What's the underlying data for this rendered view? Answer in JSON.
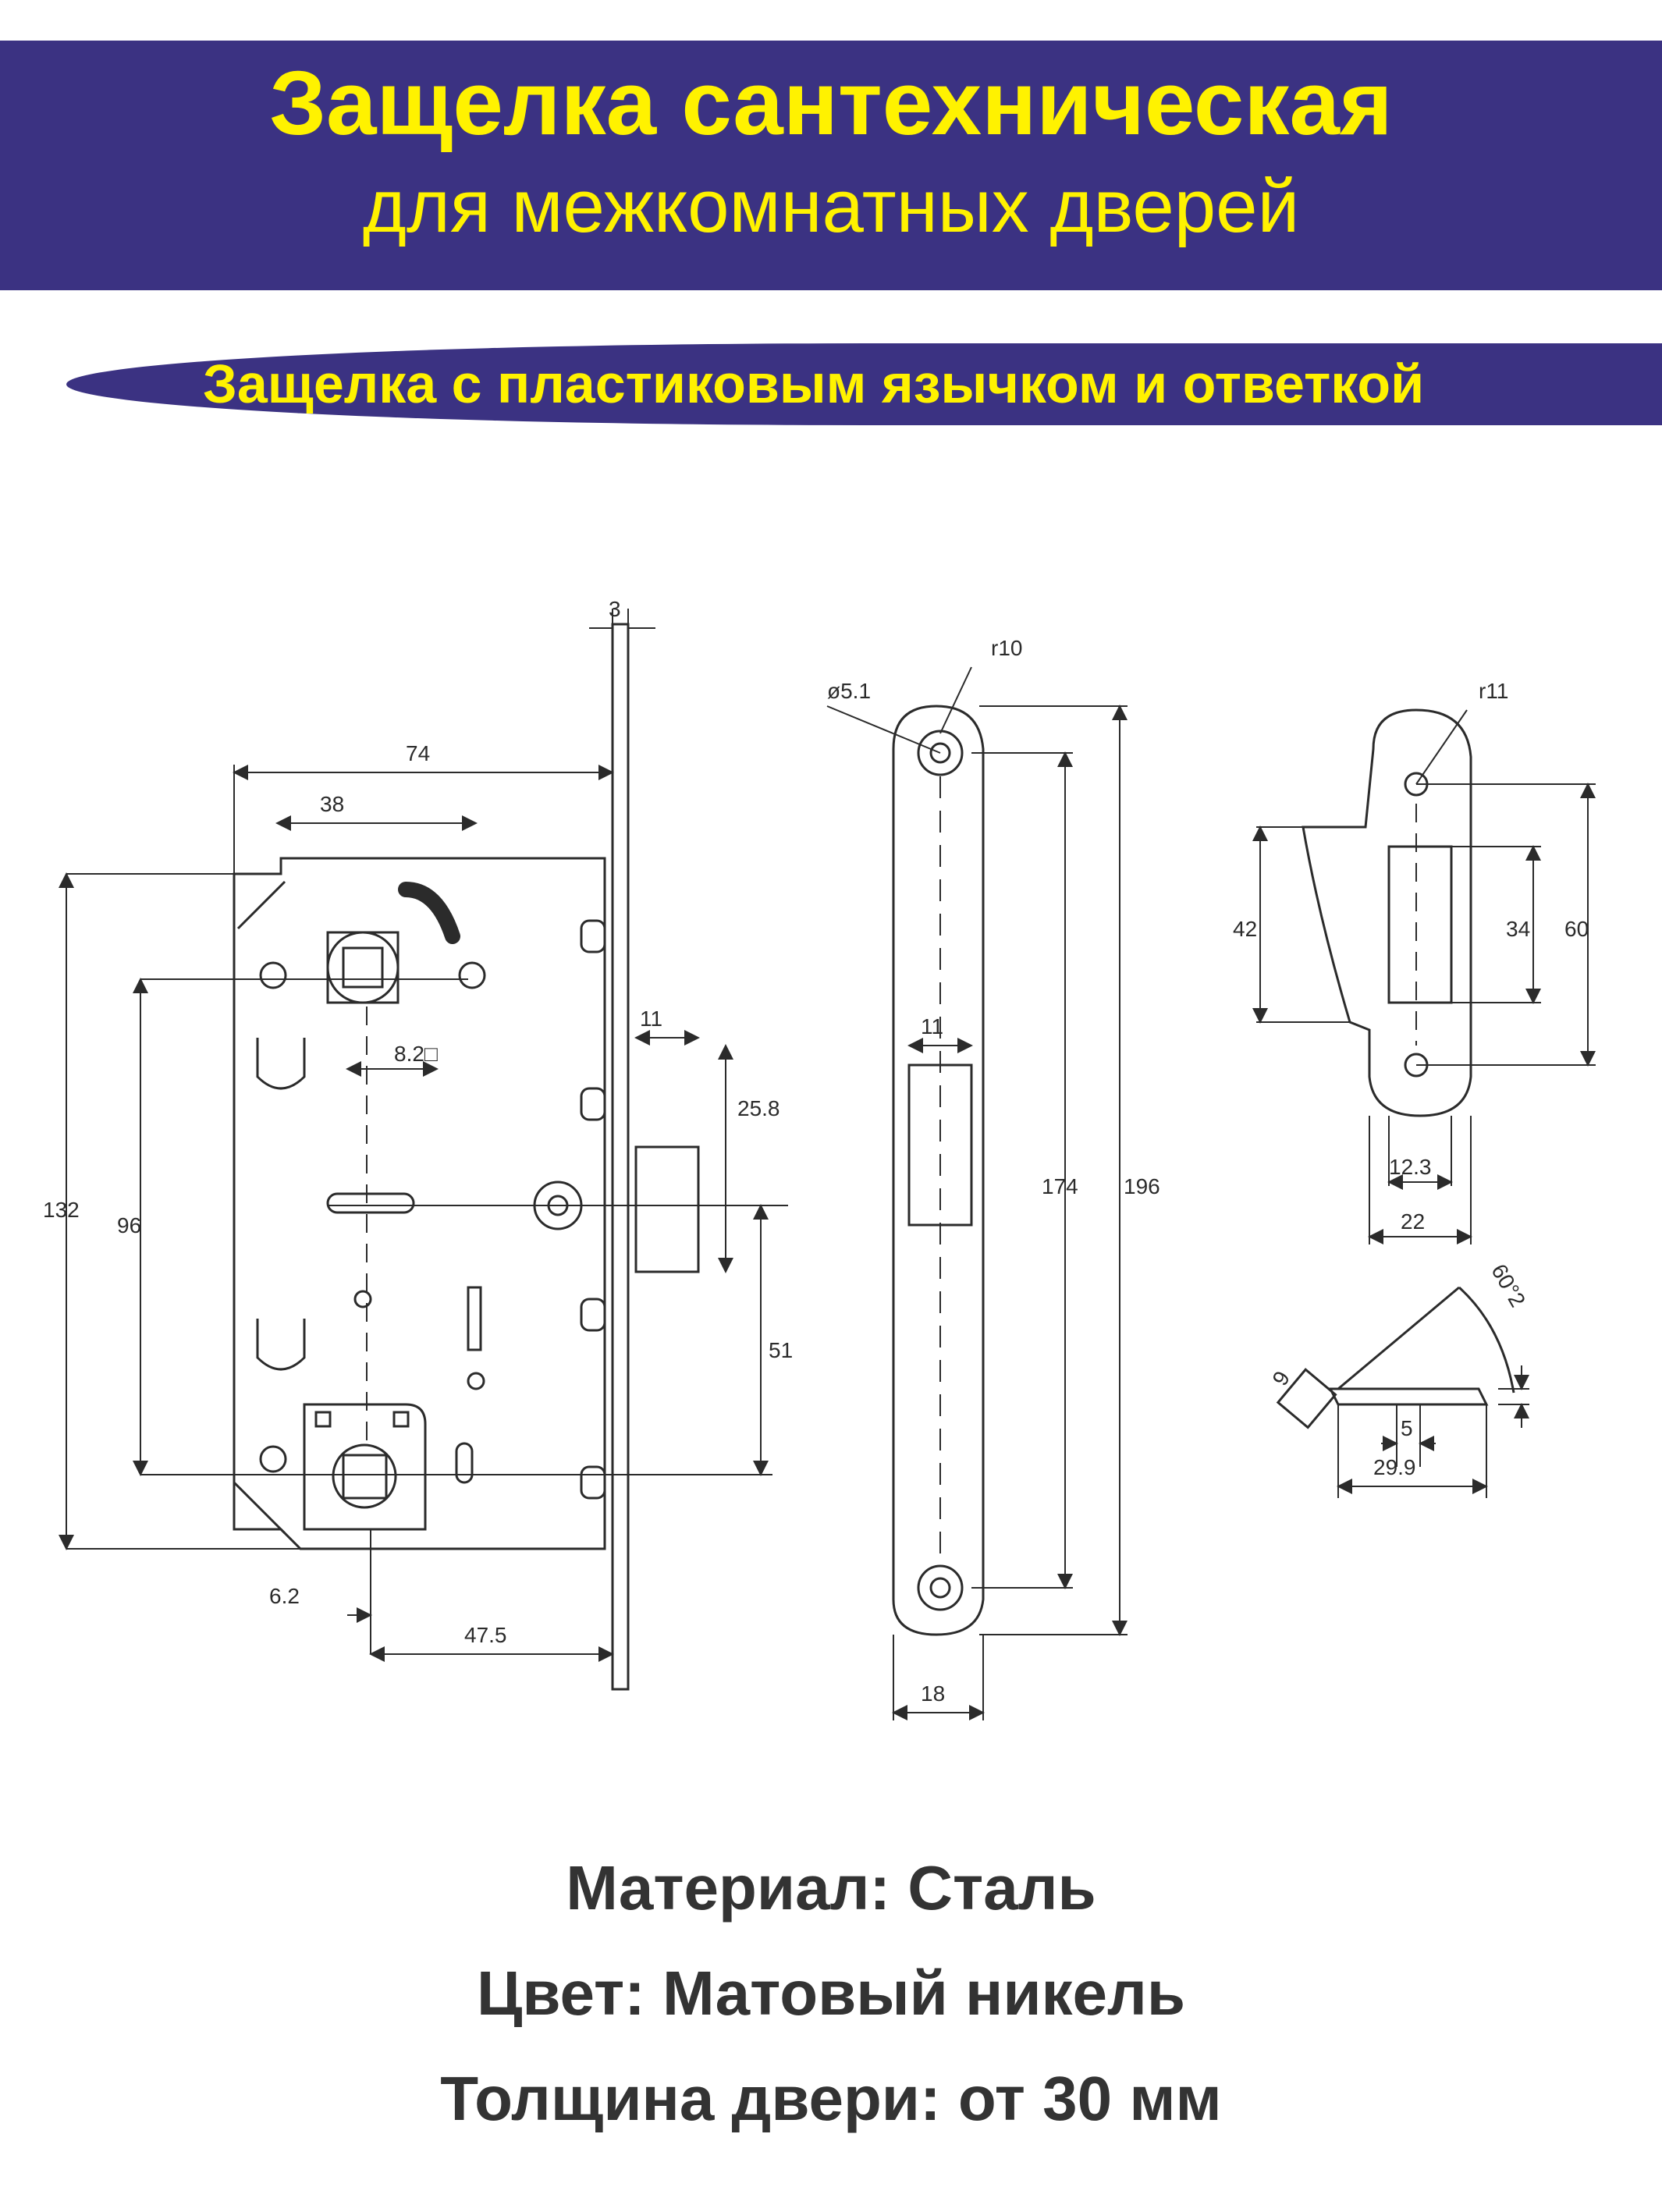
{
  "header": {
    "title": "Защелка сантехническая",
    "subtitle": "для межкомнатных дверей"
  },
  "banner": {
    "text": "Защелка с пластиковым язычком и ответкой"
  },
  "diagram": {
    "lock_body": {
      "dims": [
        "3",
        "74",
        "38",
        "8.2□",
        "11",
        "25.8",
        "132",
        "96",
        "51",
        "6.2",
        "47.5"
      ]
    },
    "faceplate": {
      "dims": [
        "ø5.1",
        "r10",
        "11",
        "174",
        "196",
        "18"
      ]
    },
    "strike_plate": {
      "dims": [
        "r11",
        "42",
        "34",
        "60",
        "12.3",
        "22"
      ]
    },
    "latch_tongue": {
      "dims": [
        "9",
        "60°2",
        "5",
        "29.9"
      ]
    }
  },
  "specs": {
    "material": "Материал: Сталь",
    "color": "Цвет: Матовый никель",
    "door_thickness": "Толщина двери: от 30 мм"
  },
  "colors": {
    "brand_blue": "#3b3282",
    "accent_yellow": "#fff200",
    "text_dark": "#333333"
  }
}
